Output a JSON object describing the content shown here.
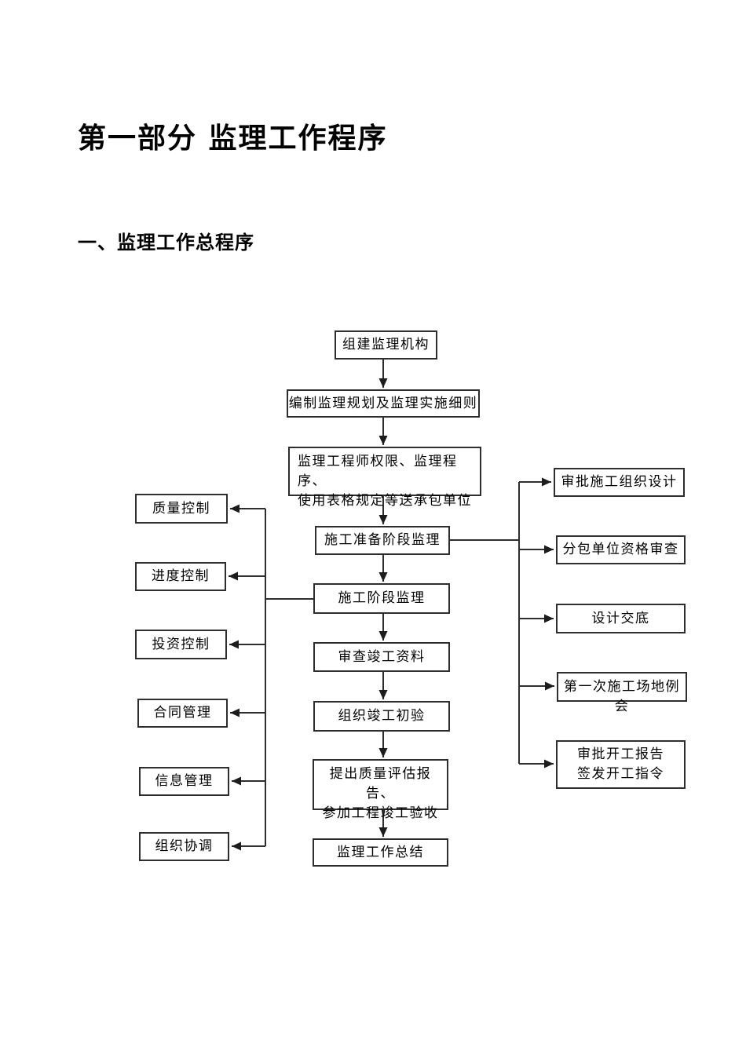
{
  "page": {
    "title": "第一部分 监理工作程序",
    "section_heading": "一、监理工作总程序"
  },
  "colors": {
    "background": "#ffffff",
    "text": "#000000",
    "line": "#2e2e2e"
  },
  "flowchart": {
    "main": [
      {
        "label": "组建监理机构"
      },
      {
        "label": "编制监理规划及监理实施细则"
      },
      {
        "label": "监理工程师权限、监理程序、\n使用表格规定等送承包单位"
      },
      {
        "label": "施工准备阶段监理"
      },
      {
        "label": "施工阶段监理"
      },
      {
        "label": "审查竣工资料"
      },
      {
        "label": "组织竣工初验"
      },
      {
        "label": "提出质量评估报\n告、\n参加工程竣工验收"
      },
      {
        "label": "监理工作总结"
      }
    ],
    "left_branches": [
      {
        "label": "质量控制"
      },
      {
        "label": "进度控制"
      },
      {
        "label": "投资控制"
      },
      {
        "label": "合同管理"
      },
      {
        "label": "信息管理"
      },
      {
        "label": "组织协调"
      }
    ],
    "right_branches": [
      {
        "label": "审批施工组织设计"
      },
      {
        "label": "分包单位资格审查"
      },
      {
        "label": "设计交底"
      },
      {
        "label": "第一次施工场地例\n会"
      },
      {
        "label": "审批开工报告\n签发开工指令"
      }
    ]
  }
}
